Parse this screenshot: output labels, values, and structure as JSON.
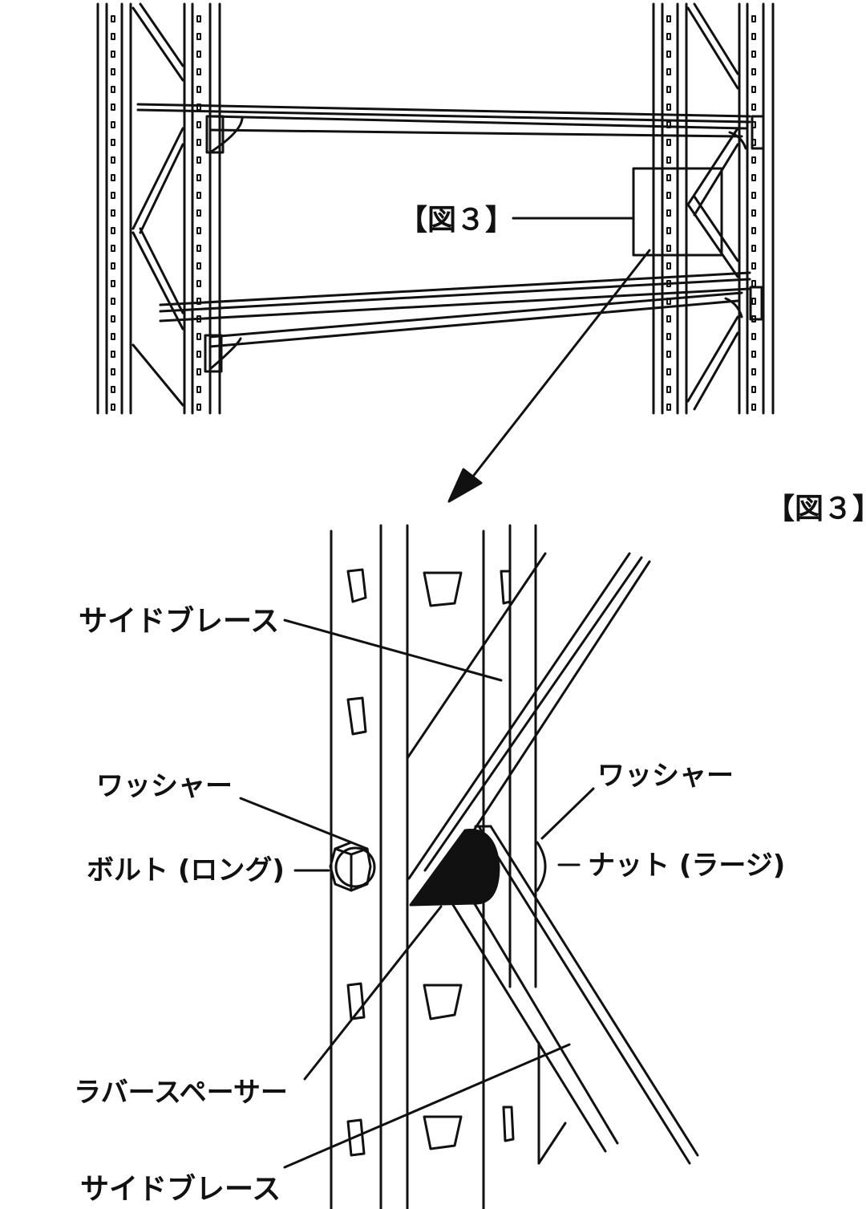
{
  "figure_ref_overview": "【図３】",
  "figure_ref_detail": "【図３】",
  "labels": {
    "side_brace_upper": "サイドブレース",
    "washer_left": "ワッシャー",
    "bolt_long": "ボルト (ロング)",
    "washer_right": "ワッシャー",
    "nut_large": "ナット (ラージ)",
    "rubber_spacer": "ラバースペーサー",
    "side_brace_lower": "サイドブレース"
  },
  "colors": {
    "ink": "#111111",
    "background": "#ffffff"
  }
}
